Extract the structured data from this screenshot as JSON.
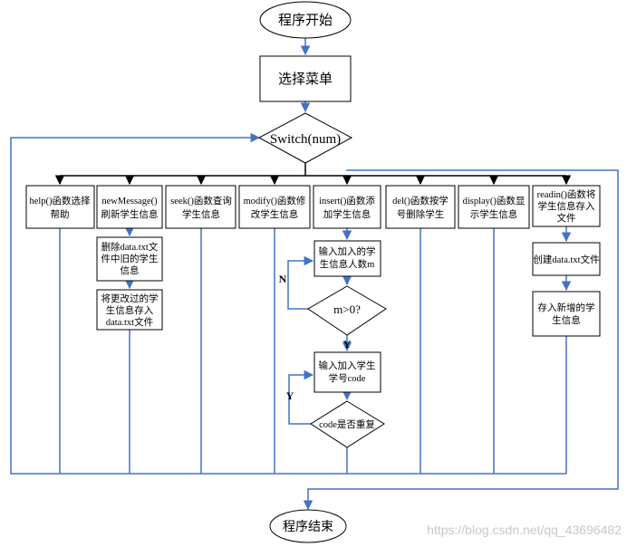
{
  "nodes": {
    "start": "程序开始",
    "menu": "选择菜单",
    "switch": "Switch(num)",
    "help": [
      "help()函数选择",
      "帮助"
    ],
    "newmessage": [
      "newMessage()",
      "刷新学生信息"
    ],
    "seek": [
      "seek()函数查询",
      "学生信息"
    ],
    "modify": [
      "modify()函数修",
      "改学生信息"
    ],
    "insert": [
      "insert()函数添",
      "加学生信息"
    ],
    "del": [
      "del()函数按学",
      "号删除学生"
    ],
    "display": [
      "display()函数显",
      "示学生信息"
    ],
    "readin": [
      "readin()函数将",
      "学生信息存入",
      "文件"
    ],
    "delete_data": [
      "删除data.txt文",
      "件中旧的学生",
      "信息"
    ],
    "save_changed": [
      "将更改过的学",
      "生信息存入",
      "data.txt文件"
    ],
    "input_count": [
      "输入加入的学",
      "生信息人数m"
    ],
    "check_m": "m>0?",
    "input_code": [
      "输入加入学生",
      "学号code"
    ],
    "check_code": "code是否重复",
    "create_file": "创建data.txt文件",
    "save_new": [
      "存入新增的学",
      "生信息"
    ],
    "end": "程序结束"
  },
  "labels": {
    "n": "N",
    "y1": "Y",
    "y2": "Y"
  },
  "watermark": "https://blog.csdn.net/qq_43696482",
  "colors": {
    "connector": "#4472c4",
    "arrow": "#000000",
    "stroke": "#000000"
  }
}
